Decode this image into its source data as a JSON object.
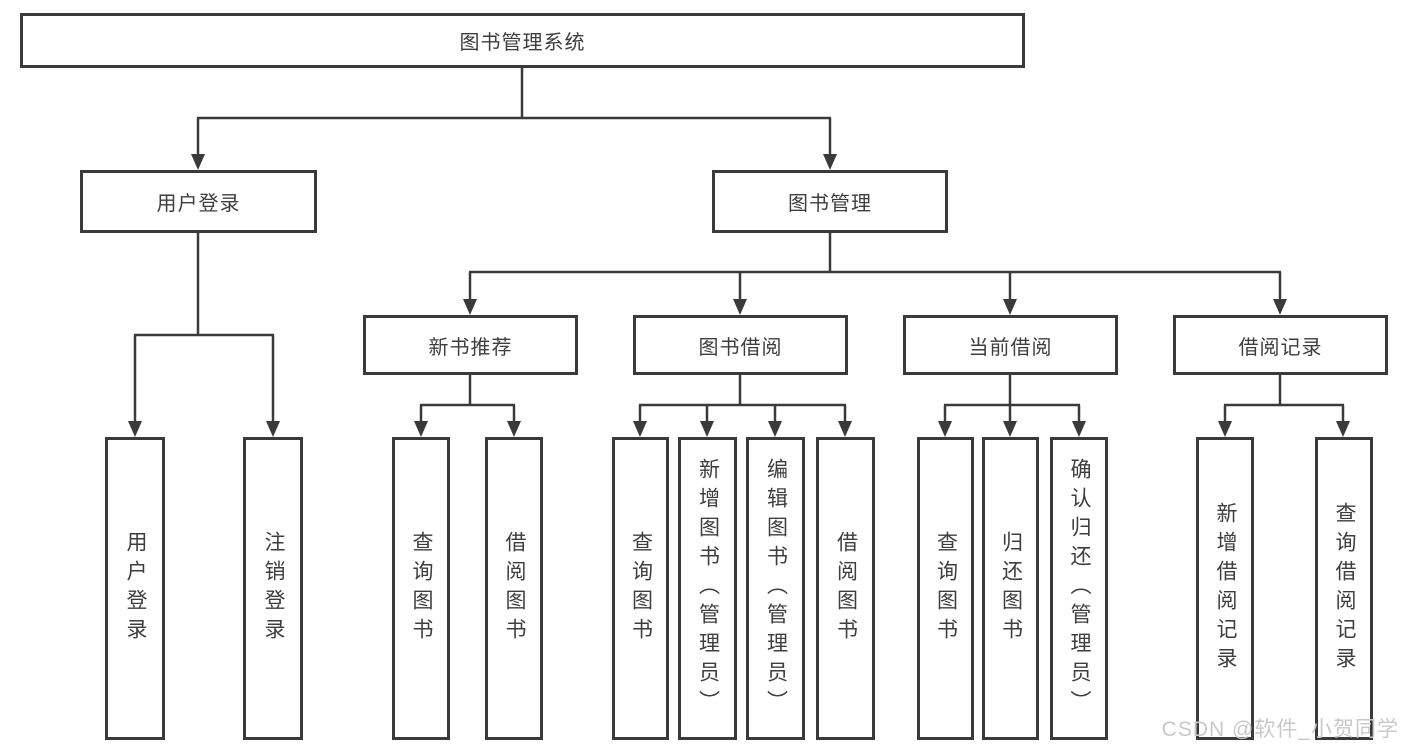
{
  "colors": {
    "box_border": "#3a3a3a",
    "connector": "#3a3a3a",
    "text": "#3e3e3e",
    "watermark": "#c9c9c9",
    "background": "#ffffff"
  },
  "tree": {
    "label": "图书管理系统",
    "children": [
      {
        "label": "用户登录",
        "children": [
          {
            "label": "用户登录"
          },
          {
            "label": "注销登录"
          }
        ]
      },
      {
        "label": "图书管理",
        "children": [
          {
            "label": "新书推荐",
            "children": [
              {
                "label": "查询图书"
              },
              {
                "label": "借阅图书"
              }
            ]
          },
          {
            "label": "图书借阅",
            "children": [
              {
                "label": "查询图书"
              },
              {
                "label": "新增图书（管理员）"
              },
              {
                "label": "编辑图书（管理员）"
              },
              {
                "label": "借阅图书"
              }
            ]
          },
          {
            "label": "当前借阅",
            "children": [
              {
                "label": "查询图书"
              },
              {
                "label": "归还图书"
              },
              {
                "label": "确认归还（管理员）"
              }
            ]
          },
          {
            "label": "借阅记录",
            "children": [
              {
                "label": "新增借阅记录"
              },
              {
                "label": "查询借阅记录"
              }
            ]
          }
        ]
      }
    ]
  },
  "watermark": "CSDN @软件_小贺同学"
}
